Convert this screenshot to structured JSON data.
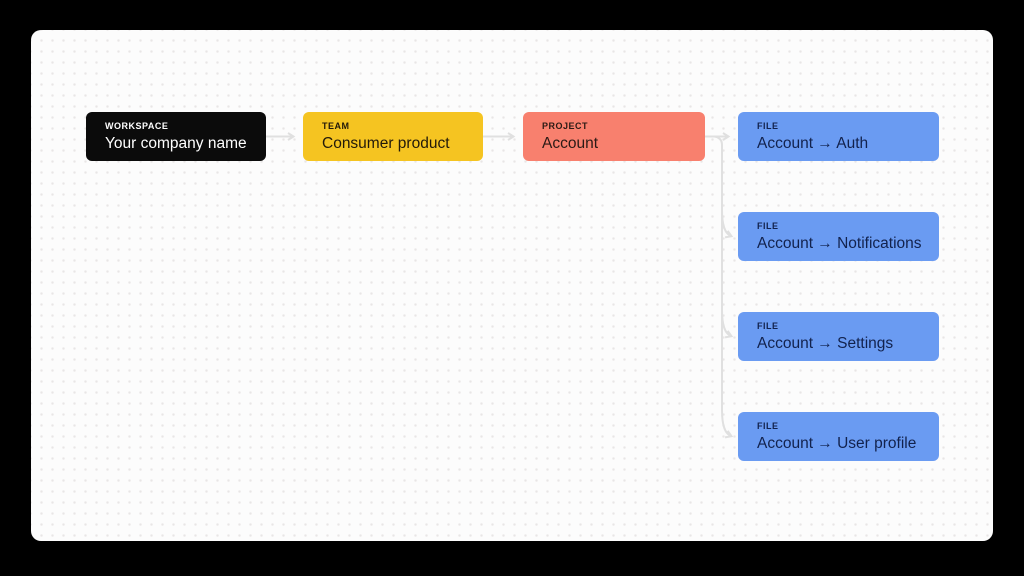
{
  "page": {
    "background": "#000000"
  },
  "canvas": {
    "background": "#FCFCFC",
    "dot_color": "#E8E6E6"
  },
  "connectors": {
    "color": "#E0E0E0"
  },
  "nodes": [
    {
      "type_label": "WORKSPACE",
      "title": "Your company name",
      "bg": "#0B0B0B",
      "fg": "#FFFFFF"
    },
    {
      "type_label": "TEAM",
      "title": "Consumer product",
      "bg": "#F5C421",
      "fg": "#22190A"
    },
    {
      "type_label": "PROJECT",
      "title": "Account",
      "bg": "#F8806E",
      "fg": "#2B1A15"
    },
    {
      "type_label": "FILE",
      "title": "Account → Auth",
      "bg": "#6A9BF2",
      "fg": "#12224D"
    },
    {
      "type_label": "FILE",
      "title": "Account → Notifications",
      "bg": "#6A9BF2",
      "fg": "#12224D"
    },
    {
      "type_label": "FILE",
      "title": "Account → Settings",
      "bg": "#6A9BF2",
      "fg": "#12224D"
    },
    {
      "type_label": "FILE",
      "title": "Account → User profile",
      "bg": "#6A9BF2",
      "fg": "#12224D"
    }
  ]
}
